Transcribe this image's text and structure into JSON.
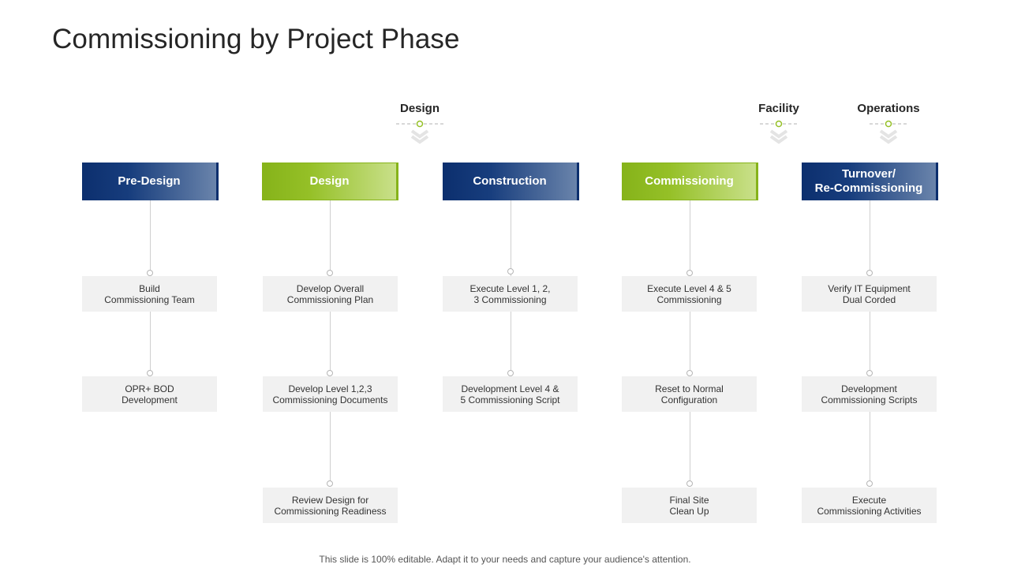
{
  "title": "Commissioning by Project Phase",
  "colors": {
    "blue": "#0c2f6e",
    "green": "#86b31a",
    "task_bg": "#f1f1f1",
    "connector": "#cfcfcf"
  },
  "milestones": [
    {
      "label": "Design"
    },
    {
      "label": "Facility"
    },
    {
      "label": "Operations"
    }
  ],
  "phases": [
    {
      "label": "Pre-Design",
      "tasks": [
        "Build\nCommissioning Team",
        "OPR+ BOD\nDevelopment"
      ]
    },
    {
      "label": "Design",
      "tasks": [
        "Develop Overall\nCommissioning Plan",
        "Develop Level 1,2,3\nCommissioning Documents",
        "Review Design for\nCommissioning Readiness"
      ]
    },
    {
      "label": "Construction",
      "tasks": [
        "Execute Level 1, 2,\n3 Commissioning",
        "Development Level 4 &\n5 Commissioning Script"
      ]
    },
    {
      "label": "Commissioning",
      "tasks": [
        "Execute Level 4 & 5\nCommissioning",
        "Reset to Normal\nConfiguration",
        "Final Site\nClean Up"
      ]
    },
    {
      "label": "Turnover/\nRe-Commissioning",
      "tasks": [
        "Verify IT Equipment\nDual Corded",
        "Development\nCommissioning Scripts",
        "Execute\nCommissioning Activities"
      ]
    }
  ],
  "footer": "This slide is 100% editable. Adapt it to your needs and capture your audience's attention."
}
